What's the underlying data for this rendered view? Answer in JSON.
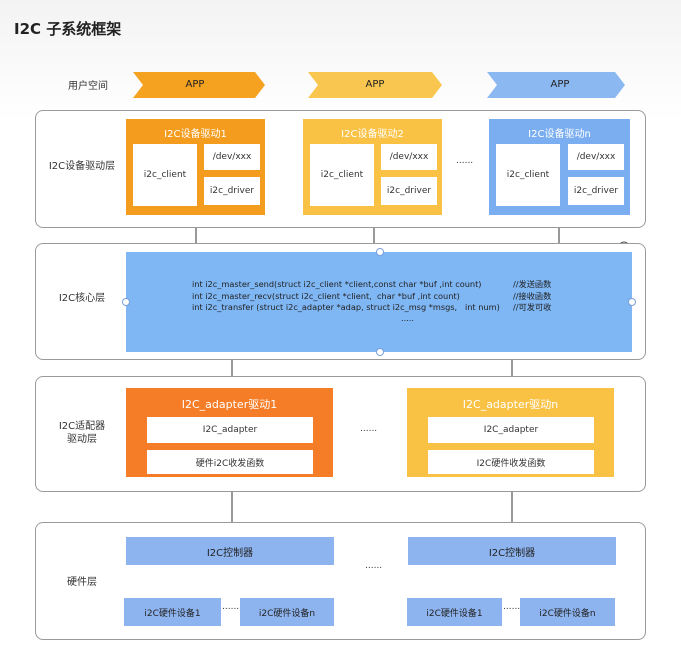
{
  "title": "I2C 子系统框架",
  "layers": {
    "user": "用户空间",
    "driver": "I2C设备驱动层",
    "core": "I2C核心层",
    "adapter": "I2C适配器\n驱动层",
    "hardware": "硬件层"
  },
  "apps": [
    "APP",
    "APP",
    "APP"
  ],
  "device_drivers": [
    {
      "title": "I2C设备驱动1",
      "client": "i2c_client",
      "dev": "/dev/xxx",
      "driver": "i2c_driver"
    },
    {
      "title": "I2C设备驱动2",
      "client": "i2c_client",
      "dev": "/dev/xxx",
      "driver": "i2c_driver"
    },
    {
      "title": "I2C设备驱动n",
      "client": "i2c_client",
      "dev": "/dev/xxx",
      "driver": "i2c_driver"
    }
  ],
  "core_lines": [
    "int i2c_master_send(struct i2c_client *client,const char *buf ,int count)",
    "int i2c_master_recv(struct i2c_client *client,  char *buf ,int count)",
    "int i2c_transfer (struct i2c_adapter *adap, struct i2c_msg *msgs,   int num)",
    "....."
  ],
  "core_comments": [
    "//发送函数",
    "//接收函数",
    "//可发可收"
  ],
  "adapters": [
    {
      "title": "I2C_adapter驱动1",
      "adapter": "I2C_adapter",
      "func": "硬件i2C收发函数"
    },
    {
      "title": "I2C_adapter驱动n",
      "adapter": "I2C_adapter",
      "func": "I2C硬件收发函数"
    }
  ],
  "controllers": [
    "I2C控制器",
    "I2C控制器"
  ],
  "hw_devices": [
    "i2C硬件设备1",
    "i2C硬件设备n",
    "i2C硬件设备1",
    "i2C硬件设备n"
  ],
  "ellipsis": "......",
  "colors": {
    "orange": "#f39c1e",
    "deep_orange": "#f57d27",
    "yellow": "#f9c245",
    "blue": "#78aeee",
    "core_blue": "#7fb6f4"
  }
}
